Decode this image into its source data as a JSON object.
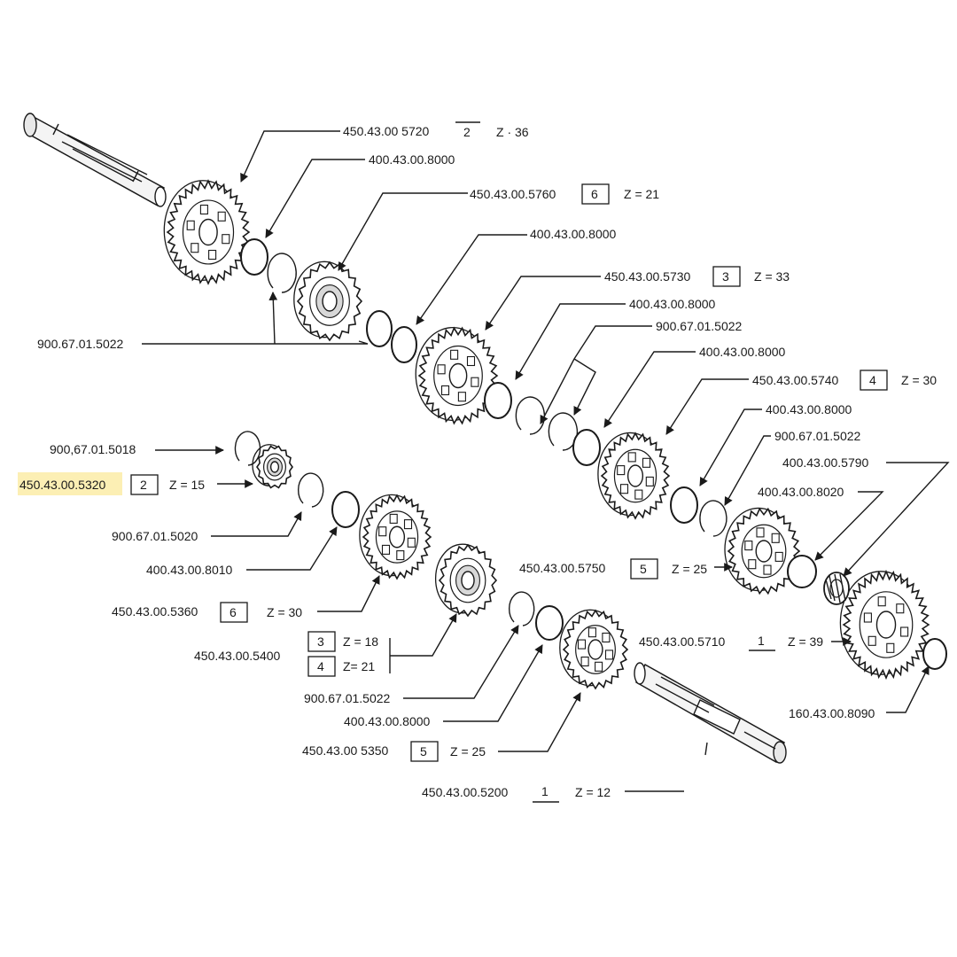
{
  "highlight_color": "#fcefb4",
  "labels": {
    "l01": "450.43.00 5720",
    "l01b": "2",
    "l01z": "Z · 36",
    "l02": "400.43.00.8000",
    "l03": "450.43.00.5760",
    "l03b": "6",
    "l03z": "Z = 21",
    "l04": "400.43.00.8000",
    "l05": "450.43.00.5730",
    "l05b": "3",
    "l05z": "Z = 33",
    "l06": "400.43.00.8000",
    "l07": "900.67.01.5022",
    "l08": "400.43.00.8000",
    "l09": "450.43.00.5740",
    "l09b": "4",
    "l09z": "Z = 30",
    "l10": "400.43.00.8000",
    "l11": "900.67.01.5022",
    "l12": "400.43.00.5790",
    "l13": "400.43.00.8020",
    "l14": "450.43.00.5750",
    "l14b": "5",
    "l14z": "Z = 25",
    "l15": "450.43.00.5710",
    "l15b": "1",
    "l15z": "Z = 39",
    "l16": "160.43.00.8090",
    "l17": "900.67.01.5022",
    "l18": "900,67.01.5018",
    "l19": "450.43.00.5320",
    "l19b": "2",
    "l19z": "Z = 15",
    "l20": "900.67.01.5020",
    "l21": "400.43.00.8010",
    "l22": "450.43.00.5360",
    "l22b": "6",
    "l22z": "Z = 30",
    "l23": "450.43.00.5400",
    "l23b1": "3",
    "l23z1": "Z = 18",
    "l23b2": "4",
    "l23z2": "Z= 21",
    "l24": "900.67.01.5022",
    "l25": "400.43.00.8000",
    "l26": "450.43.00 5350",
    "l26b": "5",
    "l26z": "Z = 25",
    "l27": "450.43.00.5200",
    "l27b": "1",
    "l27z": "Z = 12"
  }
}
